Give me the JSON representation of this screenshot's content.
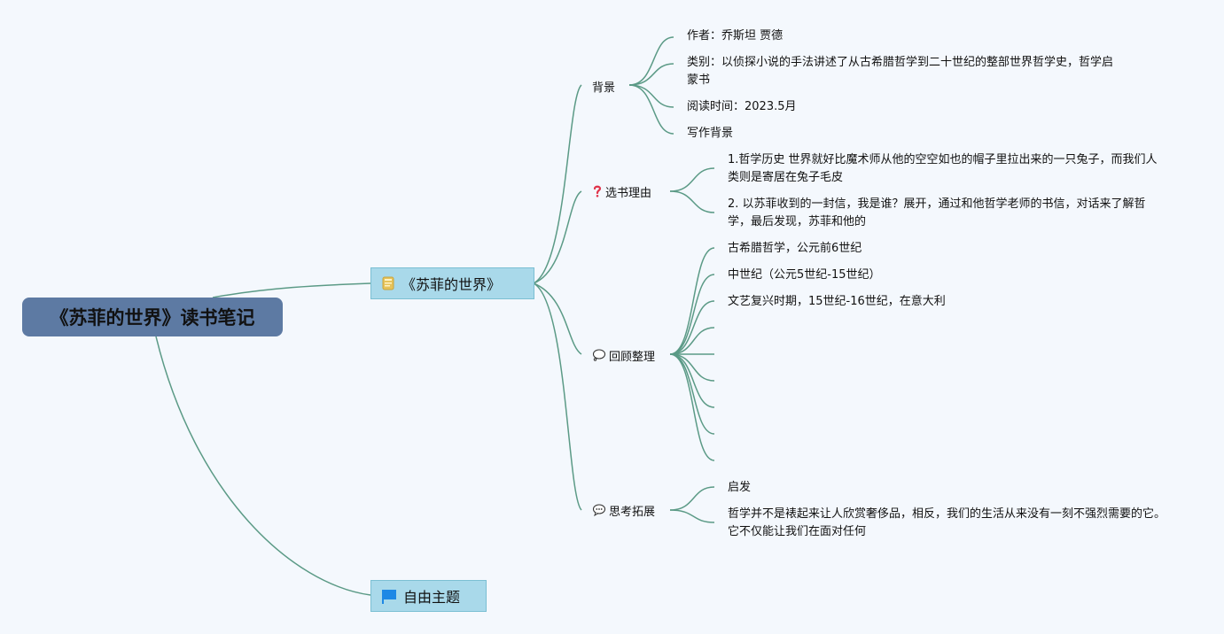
{
  "colors": {
    "background": "#f4f8fd",
    "root_fill": "#5d7aa3",
    "topic_fill": "#a9d9ea",
    "topic_border": "#7bbfd3",
    "connector": "#5b9a86",
    "flag": "#1e88e5"
  },
  "root": {
    "label": "《苏菲的世界》读书笔记"
  },
  "topics": {
    "book": {
      "label": "《苏菲的世界》",
      "icon": "book-icon"
    },
    "free": {
      "label": "自由主题",
      "icon": "flag-icon"
    }
  },
  "branches": {
    "background": {
      "label": "背景",
      "items": [
        "作者：乔斯坦 贾德",
        "类别：以侦探小说的手法讲述了从古希腊哲学到二十世纪的整部世界哲学史，哲学启蒙书",
        "阅读时间：2023.5月",
        "写作背景"
      ]
    },
    "reason": {
      "label": "选书理由",
      "icon": "question-mark-icon",
      "items": [
        "1.哲学历史 世界就好比魔术师从他的空空如也的帽子里拉出来的一只兔子，而我们人类则是寄居在兔子毛皮",
        "2. 以苏菲收到的一封信，我是谁？展开，通过和他哲学老师的书信，对话来了解哲学，最后发现，苏菲和他的"
      ]
    },
    "review": {
      "label": "回顾整理",
      "icon": "thought-bubble-icon",
      "items": [
        "古希腊哲学，公元前6世纪",
        "中世纪（公元5世纪-15世纪）",
        "文艺复兴时期，15世纪-16世纪，在意大利",
        "",
        "",
        "",
        "",
        "",
        ""
      ]
    },
    "thinking": {
      "label": "思考拓展",
      "icon": "speech-bubble-icon",
      "items": [
        "启发",
        "哲学并不是裱起来让人欣赏奢侈品，相反，我们的生活从来没有一刻不强烈需要的它。它不仅能让我们在面对任何"
      ]
    }
  }
}
